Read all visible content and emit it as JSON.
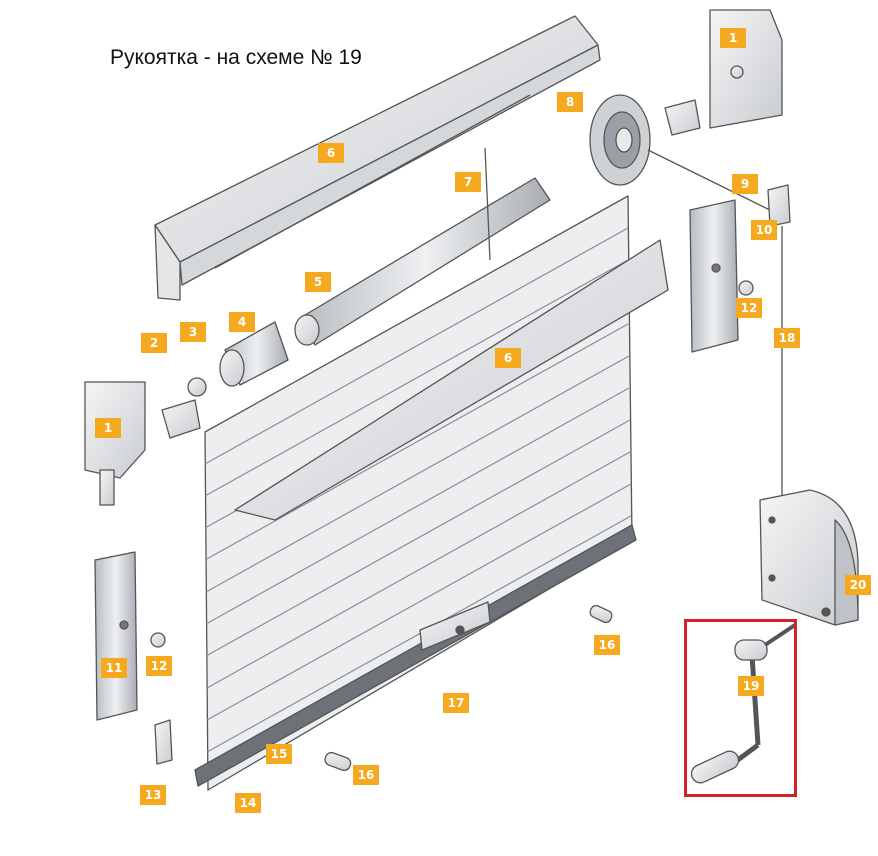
{
  "caption": "Рукоятка - на схеме № 19",
  "colors": {
    "tag": "#F4A91F",
    "highlight": "#D2232A",
    "line": "#555555",
    "part": "#E6E8EA"
  },
  "labels": {
    "l1a": "1",
    "l1b": "1",
    "l2": "2",
    "l3": "3",
    "l4": "4",
    "l5": "5",
    "l6a": "6",
    "l6b": "6",
    "l7": "7",
    "l8": "8",
    "l9": "9",
    "l10": "10",
    "l11": "11",
    "l12a": "12",
    "l12b": "12",
    "l13": "13",
    "l14": "14",
    "l15": "15",
    "l16a": "16",
    "l16b": "16",
    "l17": "17",
    "l18": "18",
    "l19": "19",
    "l20": "20"
  }
}
